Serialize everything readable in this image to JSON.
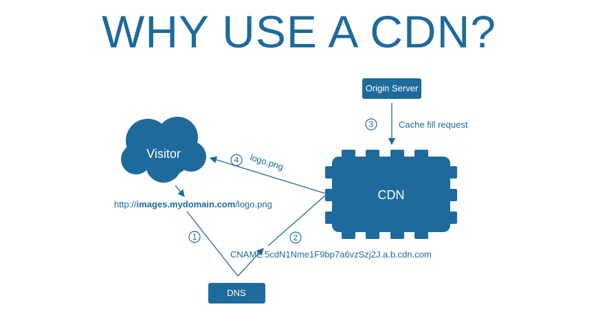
{
  "title": "WHY USE A CDN?",
  "colors": {
    "primary": "#1e6a9c",
    "text": "#1e6a9c"
  },
  "nodes": {
    "origin": "Origin Server",
    "visitor": "Visitor",
    "cdn": "CDN",
    "dns": "DNS"
  },
  "url": {
    "prefix": "http://",
    "domain": "images.mydomain.com",
    "path": "/logo.png"
  },
  "steps": {
    "s1": {
      "number": "1"
    },
    "s2": {
      "number": "2"
    },
    "s3": {
      "number": "3",
      "label": "Cache fill request"
    },
    "s4": {
      "number": "4",
      "label": "logo.png"
    }
  },
  "cname": {
    "label": "CNAME",
    "value": "5cdN1Nme1F9bp7a6vzSzj2J.a.b.cdn.com"
  }
}
